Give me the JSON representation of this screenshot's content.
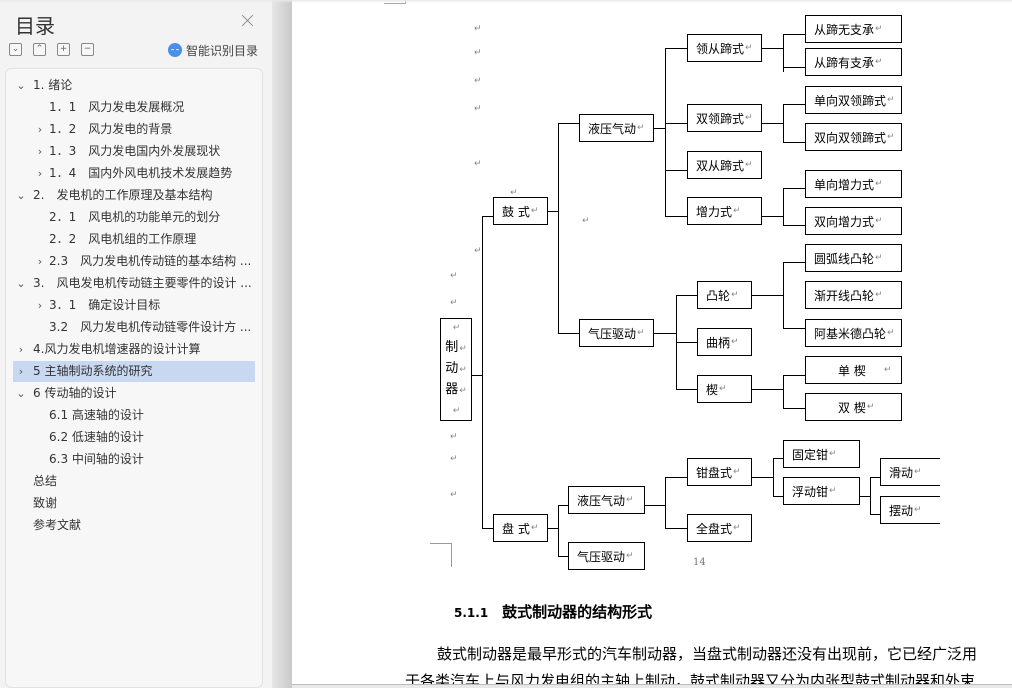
{
  "toc_panel": {
    "title": "目录",
    "close_label": "×",
    "tools": {
      "expand_all": "⌄",
      "collapse_all": "⌃",
      "add": "+",
      "remove": "−"
    },
    "smart_toc_label": "智能识别目录",
    "items": [
      {
        "chevron": "⌄",
        "label": "1. 绪论",
        "level": 1,
        "selected": false
      },
      {
        "chevron": "",
        "label": "1．1　风力发电发展概况",
        "level": 2,
        "selected": false
      },
      {
        "chevron": "›",
        "label": "1．2　风力发电的背景",
        "level": 2,
        "selected": false
      },
      {
        "chevron": "›",
        "label": "1．3　风力发电国内外发展现状",
        "level": 2,
        "selected": false
      },
      {
        "chevron": "›",
        "label": "1．4　国内外风电机技术发展趋势",
        "level": 2,
        "selected": false
      },
      {
        "chevron": "⌄",
        "label": "2.　发电机的工作原理及基本结构",
        "level": 1,
        "selected": false
      },
      {
        "chevron": "",
        "label": "2．1　风电机的功能单元的划分",
        "level": 2,
        "selected": false
      },
      {
        "chevron": "",
        "label": "2．2　风电机组的工作原理",
        "level": 2,
        "selected": false
      },
      {
        "chevron": "›",
        "label": "2.3　风力发电机传动链的基本结构 ...",
        "level": 2,
        "selected": false
      },
      {
        "chevron": "⌄",
        "label": "3.　风电发电机传动链主要零件的设计 ...",
        "level": 1,
        "selected": false
      },
      {
        "chevron": "›",
        "label": "3．1　确定设计目标",
        "level": 2,
        "selected": false
      },
      {
        "chevron": "",
        "label": "3.2　风力发电机传动链零件设计方 ...",
        "level": 2,
        "selected": false
      },
      {
        "chevron": "›",
        "label": "4.风力发电机增速器的设计计算",
        "level": 1,
        "selected": false
      },
      {
        "chevron": "›",
        "label": "5 主轴制动系统的研究",
        "level": 1,
        "selected": true
      },
      {
        "chevron": "⌄",
        "label": "6 传动轴的设计",
        "level": 1,
        "selected": false
      },
      {
        "chevron": "",
        "label": "6.1 高速轴的设计",
        "level": 2,
        "selected": false
      },
      {
        "chevron": "",
        "label": "6.2 低速轴的设计",
        "level": 2,
        "selected": false
      },
      {
        "chevron": "",
        "label": "6.3 中间轴的设计",
        "level": 2,
        "selected": false
      },
      {
        "chevron": "",
        "label": "总结",
        "level": 1,
        "selected": false
      },
      {
        "chevron": "",
        "label": "致谢",
        "level": 1,
        "selected": false
      },
      {
        "chevron": "",
        "label": "参考文献",
        "level": 1,
        "selected": false
      }
    ]
  },
  "document": {
    "paragraph_mark": "↵",
    "diagram": {
      "root": "制动器",
      "nodes": {
        "drum": "鼓 式",
        "disc": "盘 式",
        "drum_hydraulic": "液压气动",
        "drum_pneumatic": "气压驱动",
        "leading_trailing": "领从蹄式",
        "two_leading": "双领蹄式",
        "two_trailing": "双从蹄式",
        "servo": "增力式",
        "trailing_no_support": "从蹄无支承",
        "trailing_with_support": "从蹄有支承",
        "one_way_two_leading": "单向双领蹄式",
        "two_way_two_leading": "双向双领蹄式",
        "one_way_servo": "单向增力式",
        "two_way_servo": "双向增力式",
        "cam": "凸轮",
        "crank": "曲柄",
        "wedge": "楔",
        "arc_cam": "圆弧线凸轮",
        "involute_cam": "渐开线凸轮",
        "archimedes_cam": "阿基米德凸轮",
        "single_wedge": "单 楔",
        "double_wedge": "双 楔",
        "disc_hydraulic": "液压气动",
        "disc_pneumatic": "气压驱动",
        "caliper_disc": "钳盘式",
        "full_disc": "全盘式",
        "fixed_caliper": "固定钳",
        "floating_caliper": "浮动钳",
        "sliding": "滑动",
        "swinging": "摆动"
      }
    },
    "page_number": "14",
    "section": {
      "number": "5.1.1",
      "title": "鼓式制动器的结构形式"
    },
    "body_lines": [
      "鼓式制动器是最早形式的汽车制动器，当盘式制动器还没有出现前，它已经广泛用",
      "于各类汽车上与风力发电组的主轴上制动，鼓式制动器又分为内张型鼓式制动器和外束"
    ]
  }
}
